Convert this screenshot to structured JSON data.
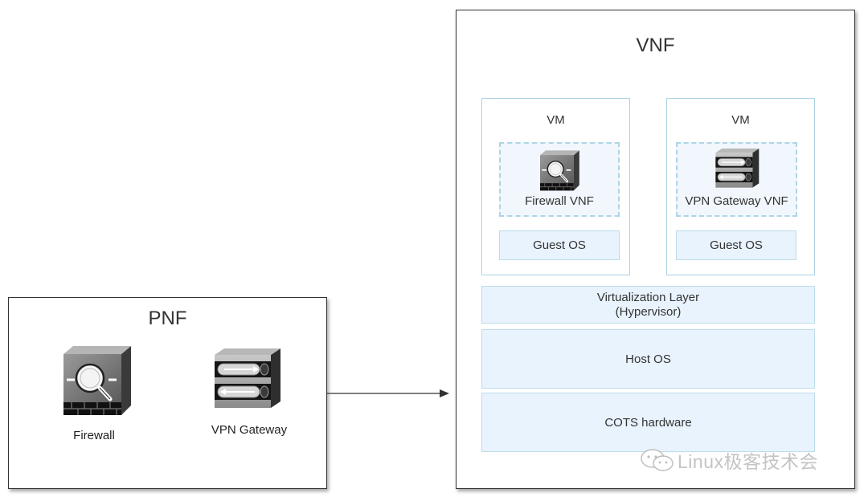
{
  "pnf": {
    "title": "PNF",
    "firewall_label": "Firewall",
    "vpn_label": "VPN Gateway"
  },
  "vnf": {
    "title": "VNF",
    "vm1": {
      "title": "VM",
      "app_label": "Firewall VNF",
      "guest_os": "Guest OS"
    },
    "vm2": {
      "title": "VM",
      "app_label": "VPN Gateway VNF",
      "guest_os": "Guest OS"
    },
    "virtualization_line1": "Virtualization Layer",
    "virtualization_line2": "(Hypervisor)",
    "host_os": "Host OS",
    "cots_hardware": "COTS hardware"
  },
  "watermark": "Linux极客技术会",
  "colors": {
    "layer_fill": "#e9f3fd",
    "layer_border": "#bcdcea",
    "dashed_border": "#aed5e6",
    "arrow": "#333333"
  },
  "icons": [
    "firewall-icon",
    "vpn-gateway-icon",
    "wechat-icon"
  ]
}
